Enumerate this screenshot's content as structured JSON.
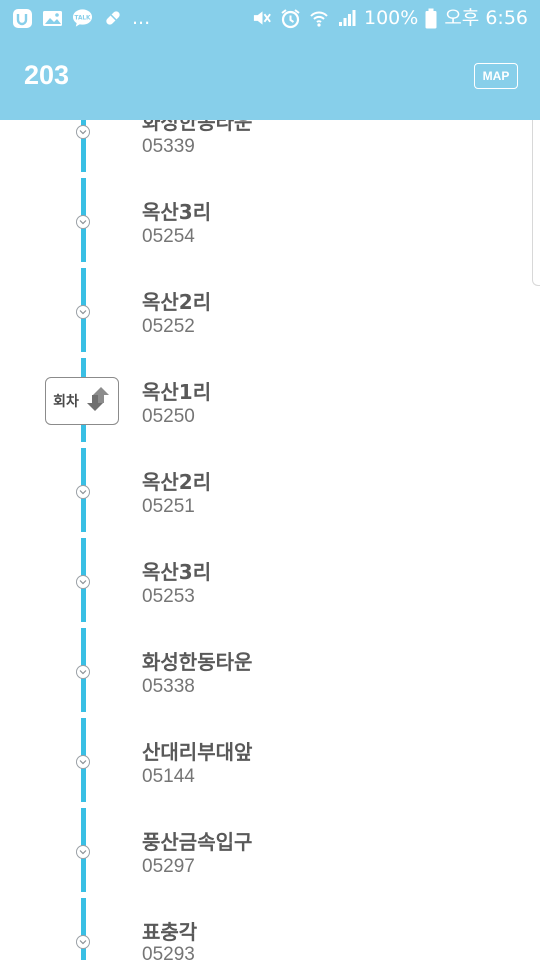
{
  "status_bar": {
    "left_icons": [
      "u-plus-icon",
      "gallery-icon",
      "talk-icon",
      "pill-icon"
    ],
    "more_text": "...",
    "right_icons": [
      "mute-icon",
      "alarm-icon",
      "wifi-icon",
      "signal-icon",
      "battery-icon"
    ],
    "battery": "100%",
    "time": "오후 6:56"
  },
  "app_bar": {
    "title": "203",
    "map_label": "MAP"
  },
  "turnaround": {
    "label": "회차",
    "icon": "swap-arrows-icon"
  },
  "stops": [
    {
      "name": "화성한동타운",
      "id": "05339"
    },
    {
      "name": "옥산3리",
      "id": "05254"
    },
    {
      "name": "옥산2리",
      "id": "05252"
    },
    {
      "name": "옥산1리",
      "id": "05250"
    },
    {
      "name": "옥산2리",
      "id": "05251"
    },
    {
      "name": "옥산3리",
      "id": "05253"
    },
    {
      "name": "화성한동타운",
      "id": "05338"
    },
    {
      "name": "산대리부대앞",
      "id": "05144"
    },
    {
      "name": "풍산금속입구",
      "id": "05297"
    },
    {
      "name": "표충각",
      "id": "05293"
    }
  ],
  "colors": {
    "header": "#87cfea",
    "track": "#39bfe4",
    "stop_name": "#595959",
    "stop_id": "#757575"
  }
}
